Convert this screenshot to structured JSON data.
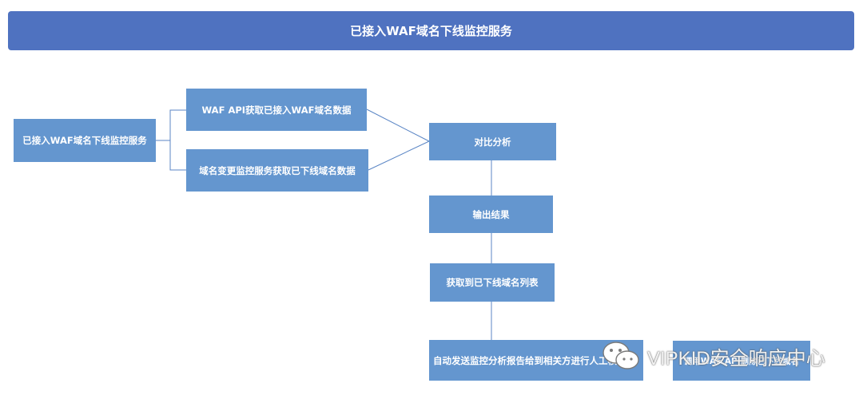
{
  "banner": {
    "title": "已接入WAF域名下线监控服务"
  },
  "nodes": {
    "root": "已接入WAF域名下线监控服务",
    "waf_api": "WAF API获取已接入WAF域名数据",
    "domain_change": "域名变更监控服务获取已下线域名数据",
    "compare": "对比分析",
    "output": "输出结果",
    "offline_list": "获取到已下线域名列表",
    "auto_report": "自动发送监控分析报告给到相关方进行人工核实",
    "call_waf": "调用WAF API删除已下线域名"
  },
  "watermark": {
    "text": "VIPKID安全响应中心",
    "icon": "wechat-icon"
  },
  "colors": {
    "banner": "#4f72c0",
    "node": "#6496cf",
    "connector": "#5b86c5"
  }
}
